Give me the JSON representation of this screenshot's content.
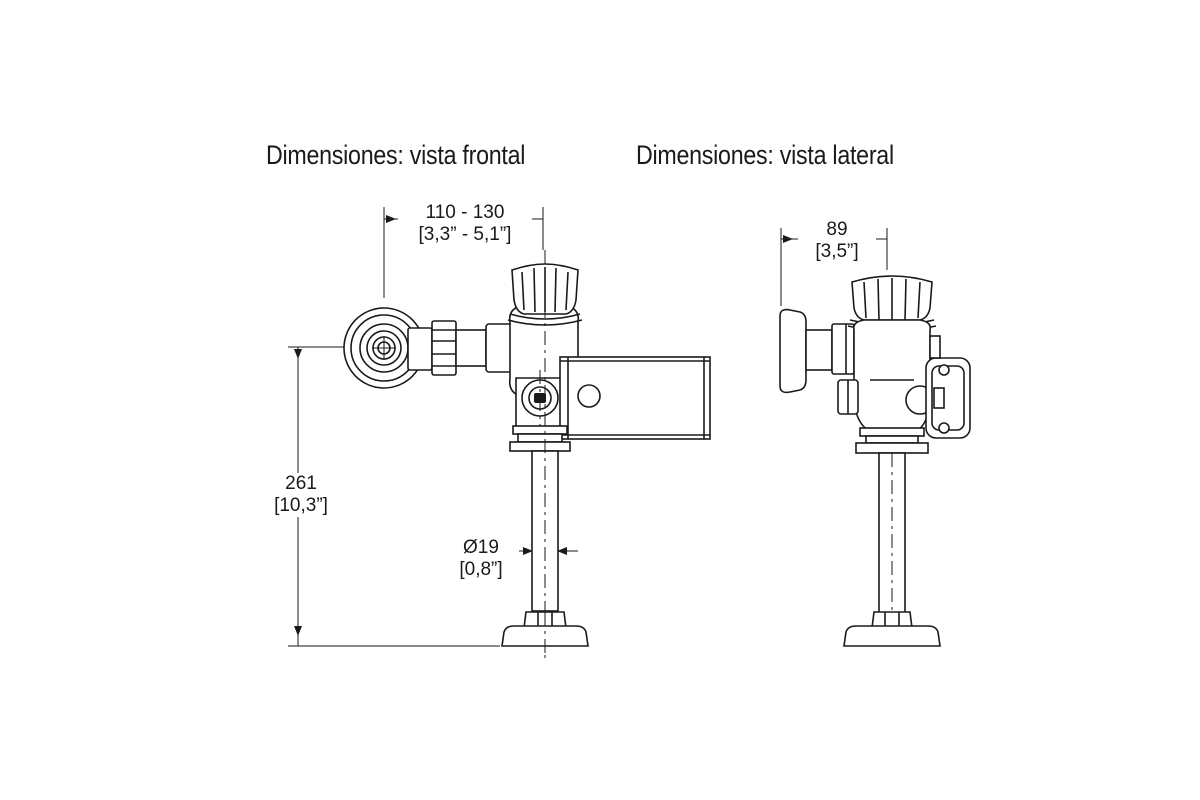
{
  "titles": {
    "front": "Dimensiones: vista frontal",
    "side": "Dimensiones: vista lateral"
  },
  "dimensions": {
    "front_width": {
      "mm": "110 - 130",
      "inch": "[3,3” - 5,1”]"
    },
    "side_width": {
      "mm": "89",
      "inch": "[3,5”]"
    },
    "height": {
      "mm": "261",
      "inch": "[10,3”]"
    },
    "pipe_diameter": {
      "mm": "Ø19",
      "inch": "[0,8”]"
    }
  }
}
